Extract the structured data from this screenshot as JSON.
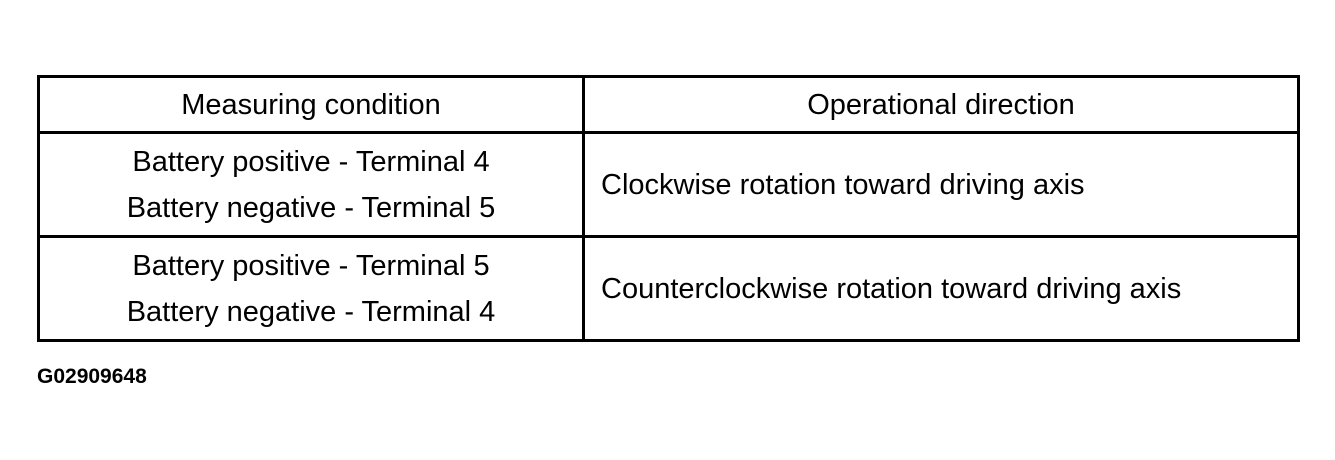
{
  "table": {
    "headers": {
      "condition": "Measuring condition",
      "direction": "Operational direction"
    },
    "rows": [
      {
        "condition": [
          "Battery positive - Terminal 4",
          "Battery negative - Terminal 5"
        ],
        "direction": "Clockwise rotation toward driving axis"
      },
      {
        "condition": [
          "Battery positive - Terminal 5",
          "Battery negative - Terminal 4"
        ],
        "direction": "Counterclockwise rotation toward driving axis"
      }
    ]
  },
  "figure_id": "G02909648"
}
